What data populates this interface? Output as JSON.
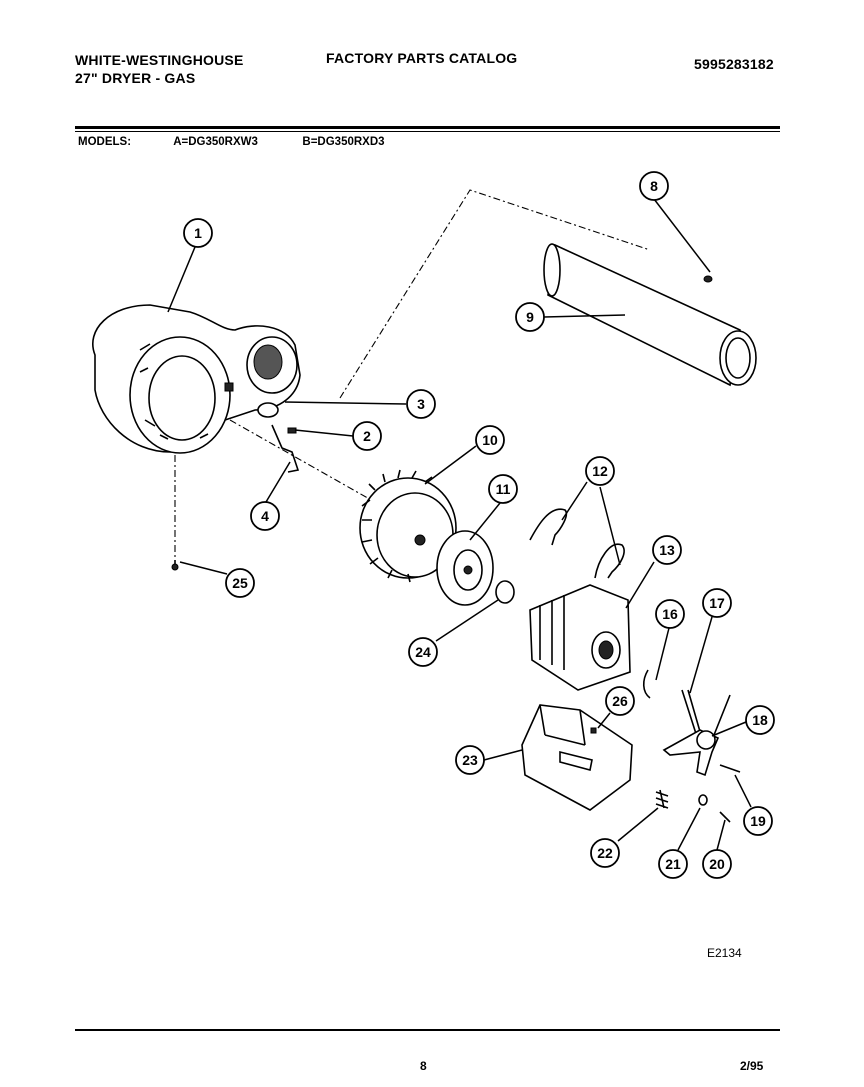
{
  "header": {
    "brand_line1": "WHITE-WESTINGHOUSE",
    "brand_line2": "27\" DRYER - GAS",
    "catalog_title": "FACTORY PARTS CATALOG",
    "catalog_number": "5995283182"
  },
  "models": {
    "label": "MODELS:",
    "model_a": "A=DG350RXW3",
    "model_b": "B=DG350RXD3"
  },
  "diagram": {
    "figure_id": "E2134",
    "callouts": [
      {
        "id": "c1",
        "label": "1"
      },
      {
        "id": "c2",
        "label": "2"
      },
      {
        "id": "c3",
        "label": "3"
      },
      {
        "id": "c4",
        "label": "4"
      },
      {
        "id": "c8",
        "label": "8"
      },
      {
        "id": "c9",
        "label": "9"
      },
      {
        "id": "c10",
        "label": "10"
      },
      {
        "id": "c11",
        "label": "11"
      },
      {
        "id": "c12",
        "label": "12"
      },
      {
        "id": "c13",
        "label": "13"
      },
      {
        "id": "c16",
        "label": "16"
      },
      {
        "id": "c17",
        "label": "17"
      },
      {
        "id": "c18",
        "label": "18"
      },
      {
        "id": "c19",
        "label": "19"
      },
      {
        "id": "c20",
        "label": "20"
      },
      {
        "id": "c21",
        "label": "21"
      },
      {
        "id": "c22",
        "label": "22"
      },
      {
        "id": "c23",
        "label": "23"
      },
      {
        "id": "c24",
        "label": "24"
      },
      {
        "id": "c25",
        "label": "25"
      },
      {
        "id": "c26",
        "label": "26"
      }
    ]
  },
  "footer": {
    "page_number": "8",
    "date": "2/95"
  }
}
